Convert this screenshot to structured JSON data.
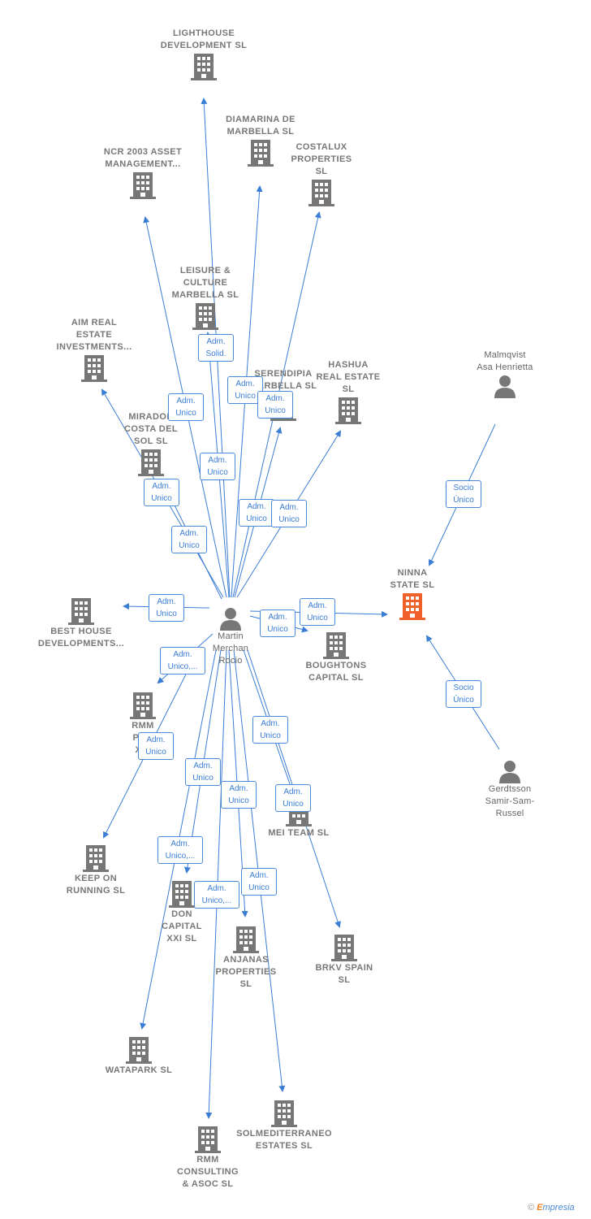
{
  "colors": {
    "edge": "#3a7dd4",
    "building": "#777777",
    "focus_building": "#f0602a",
    "person": "#777777"
  },
  "nodes": {
    "lighthouse": "LIGHTHOUSE DEVELOPMENT SL",
    "diamarina": "DIAMARINA DE MARBELLA SL",
    "costalux": "COSTALUX PROPERTIES SL",
    "ncr": "NCR 2003 ASSET MANAGEMENT...",
    "leisure": "LEISURE & CULTURE MARBELLA SL",
    "aim": "AIM REAL ESTATE INVESTMENTS...",
    "serendipia": "SERENDIPIA MARBELLA SL",
    "hashua": "HASHUA REAL ESTATE SL",
    "mirador": "MIRADOR COSTA DEL SOL SL",
    "malmqvist": "Malmqvist Asa Henrietta",
    "ninna": "NINNA STATE SL",
    "best_house": "BEST HOUSE DEVELOPMENTS...",
    "martin": "Martin Merchan Rocio",
    "boughtons": "BOUGHTONS CAPITAL SL",
    "rmm_pro": "RMM PRO XXI",
    "keep_on": "KEEP ON RUNNING SL",
    "mei_team": "MEI TEAM SL",
    "gerdtsson": "Gerdtsson Samir-Sam-Russel",
    "don_capital": "DON CAPITAL XXI SL",
    "anjanas": "ANJANAS PROPERTIES SL",
    "brkv": "BRKV SPAIN SL",
    "watapark": "WATAPARK SL",
    "solmed": "SOLMEDITERRANEO ESTATES SL",
    "rmm_consulting": "RMM CONSULTING & ASOC SL"
  },
  "badges": {
    "b_leisure": "Adm. Solid.",
    "b_aim": "Adm. Unico",
    "b_lighthouse": "Adm. Unico",
    "b_diamarina": "Adm. Unico",
    "b_costalux": "Adm. Unico",
    "b_mirador": "Adm. Unico",
    "b_ncr": "Adm. Unico",
    "b_serendipia": "Adm. Unico",
    "b_hashua": "Adm. Unico",
    "b_extra": "Adm. Unico",
    "b_best": "Adm. Unico",
    "b_boughtons": "Adm. Unico",
    "b_ninna": "Adm. Unico",
    "b_rmmpro": "Adm. Unico,...",
    "b_keepon": "Adm. Unico",
    "b_meiteam": "Adm. Unico",
    "b_watapark": "Adm. Unico",
    "b_rmmcons": "Adm. Unico",
    "b_brkv": "Adm. Unico",
    "b_don": "Adm. Unico,...",
    "b_anjanas": "Adm. Unico,...",
    "b_solmed": "Adm. Unico",
    "socio_top": "Socio Único",
    "socio_bottom": "Socio Único"
  },
  "brand": {
    "copyright": "©",
    "e": "E",
    "rest": "mpresia"
  }
}
